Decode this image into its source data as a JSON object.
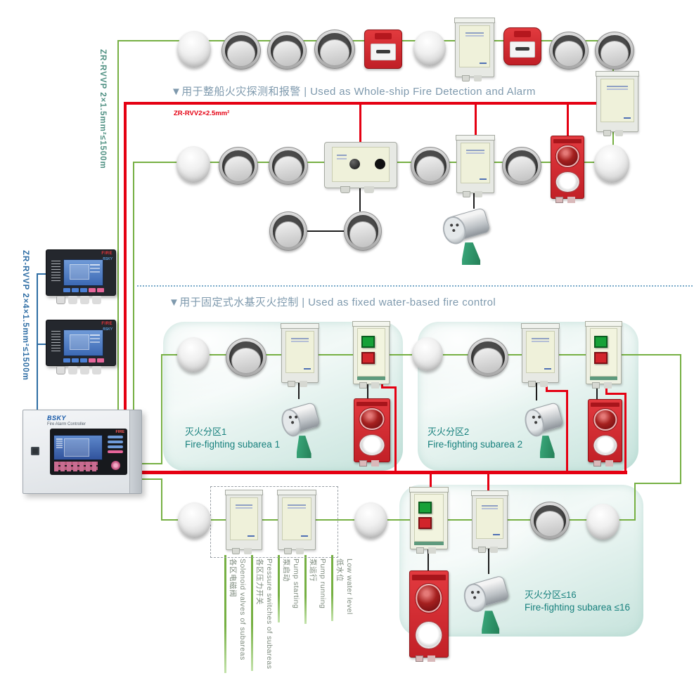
{
  "brand": "BSKY",
  "colors": {
    "line_green": "#76b043",
    "line_red": "#e50012",
    "line_black": "#1c1c1c",
    "line_blue": "#2e6da4",
    "banner_text": "#7e99ad",
    "subarea_text": "#17807d",
    "cable_green_text": "#4f9082",
    "teal_box": "#cfe8e1"
  },
  "banners": {
    "detection": "▼用于整船火灾探测和报警 | Used as Whole-ship Fire Detection and Alarm",
    "control": "▼用于固定式水基灭火控制 | Used as fixed water-based fire control"
  },
  "cables": {
    "loop_top": "ZR-RVVP 2×1.5mm²≤1500m",
    "power": "ZR-RVV2×2.5mm²",
    "repeater": "ZR-RVVP 2×4×1.5mm²≤1500m"
  },
  "controller": {
    "brand": "BSKY",
    "title": "Fire Alarm Controller",
    "screen_badge": "FIRE"
  },
  "repeater": {
    "badge": "FIRE"
  },
  "subareas": [
    {
      "zh": "灭火分区1",
      "en": "Fire-fighting subarea 1"
    },
    {
      "zh": "灭火分区2",
      "en": "Fire-fighting subarea 2"
    },
    {
      "zh": "灭火分区≤16",
      "en": "Fire-fighting subarea ≤16"
    }
  ],
  "outputs": [
    {
      "zh": "各区电磁阀",
      "en": "Solenoid valves of subareas"
    },
    {
      "zh": "各区压力开关",
      "en": "Pressure switches of subareas"
    },
    {
      "zh": "泵启动",
      "en": "Pump starting"
    },
    {
      "zh": "泵运行",
      "en": "Pump running"
    },
    {
      "zh": "低水位",
      "en": "Low water level"
    }
  ]
}
